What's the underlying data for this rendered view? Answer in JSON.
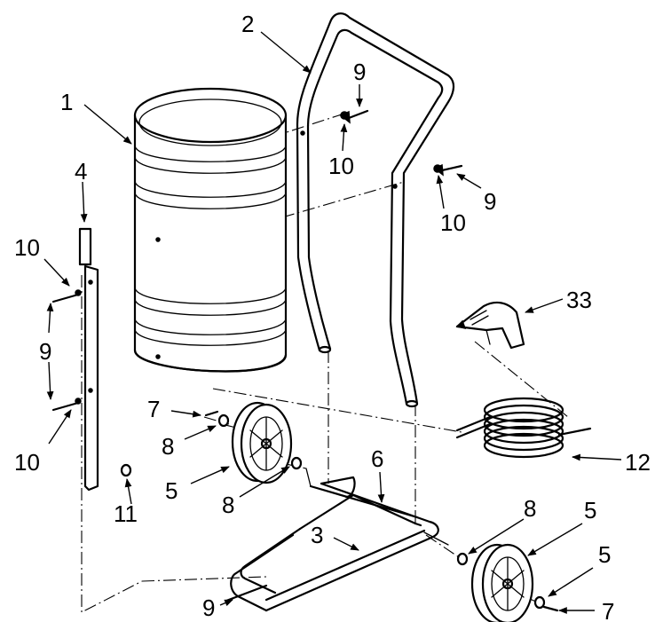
{
  "callouts": {
    "c1": "1",
    "c2": "2",
    "c3": "3",
    "c4": "4",
    "c5a": "5",
    "c5b": "5",
    "c5c": "5",
    "c6": "6",
    "c7a": "7",
    "c7b": "7",
    "c8a": "8",
    "c8b": "8",
    "c8c": "8",
    "c9a": "9",
    "c9b": "9",
    "c9c": "9",
    "c9d": "9",
    "c10a": "10",
    "c10b": "10",
    "c10c": "10",
    "c10d": "10",
    "c11": "11",
    "c12": "12",
    "c33": "33"
  }
}
